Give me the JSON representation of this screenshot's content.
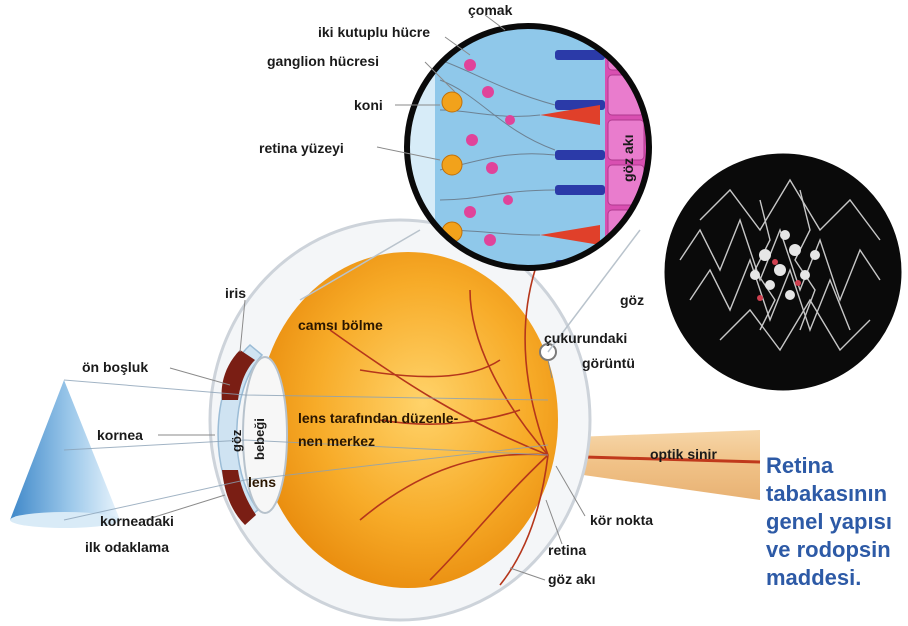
{
  "labels": {
    "comak": "çomak",
    "iki_kutuplu": "iki kutuplu hücre",
    "ganglion": "ganglion hücresi",
    "koni": "koni",
    "retina_yuzeyi": "retina yüzeyi",
    "goz_aki_vertical": "göz akı",
    "iris": "iris",
    "camsi_bolme": "camsı bölme",
    "goz_cukurundaki_1": "göz",
    "goz_cukurundaki_2": "çukurundaki",
    "goz_cukurundaki_3": "görüntü",
    "on_bosluk": "ön boşluk",
    "goz_bebegi_1": "göz",
    "goz_bebegi_2": "bebeği",
    "lens_center_1": "lens tarafından düzenle-",
    "lens_center_2": "nen merkez",
    "kornea": "kornea",
    "optik_sinir": "optik sinir",
    "lens": "lens",
    "kor_nokta": "kör nokta",
    "korneadaki_1": "korneadaki",
    "korneadaki_2": "ilk odaklama",
    "retina": "retina",
    "goz_aki": "göz akı"
  },
  "caption": {
    "line1": "Retina",
    "line2": "tabakasının",
    "line3": "genel yapısı",
    "line4": "ve rodopsin",
    "line5": "maddesi."
  },
  "colors": {
    "eyeball": "#f29a12",
    "eyeball_light": "#ffd36a",
    "sclera_outline": "#d9dde3",
    "caption": "#2d5aa6",
    "vessel": "#b5361b",
    "cornea": "#cfe3f2",
    "iris": "#7a1e14",
    "retina_cells_bg": "#a8d4ee",
    "pigment": "#d94fb1",
    "rod": "#2b3aa8",
    "cone": "#e0402a",
    "molecule_bg": "#0a0a0a"
  }
}
